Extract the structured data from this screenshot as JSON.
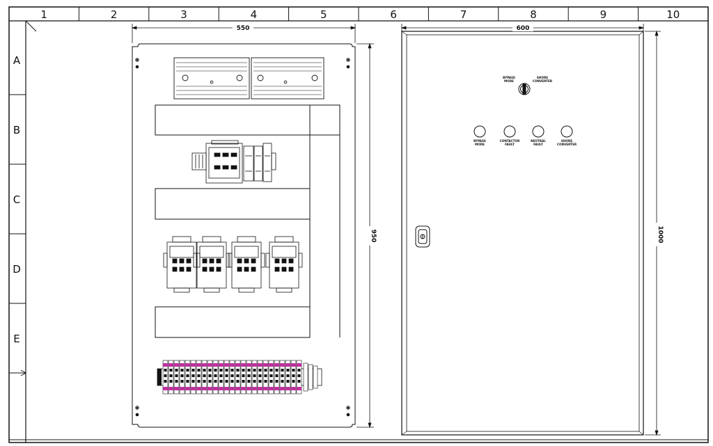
{
  "grid": {
    "columns": [
      "1",
      "2",
      "3",
      "4",
      "5",
      "6",
      "7",
      "8",
      "9",
      "10"
    ],
    "rows": [
      "A",
      "B",
      "C",
      "D",
      "E"
    ]
  },
  "dimensions": {
    "panel_width": "550",
    "panel_height": "950",
    "door_width": "600",
    "door_height": "1000"
  },
  "door": {
    "selector": {
      "left_label": [
        "BYPASS",
        "MODE"
      ],
      "right_label": [
        "SHORE",
        "CONVERTER"
      ]
    },
    "indicators": [
      {
        "label": [
          "BYPASS",
          "MODE"
        ]
      },
      {
        "label": [
          "CONTACTOR",
          "FAULT"
        ]
      },
      {
        "label": [
          "NEUTRAL",
          "FAULT"
        ]
      },
      {
        "label": [
          "SHORE",
          "CONVERTER"
        ]
      }
    ]
  },
  "colors": {
    "line": "#111111",
    "terminal_accent": "#c030a0"
  }
}
